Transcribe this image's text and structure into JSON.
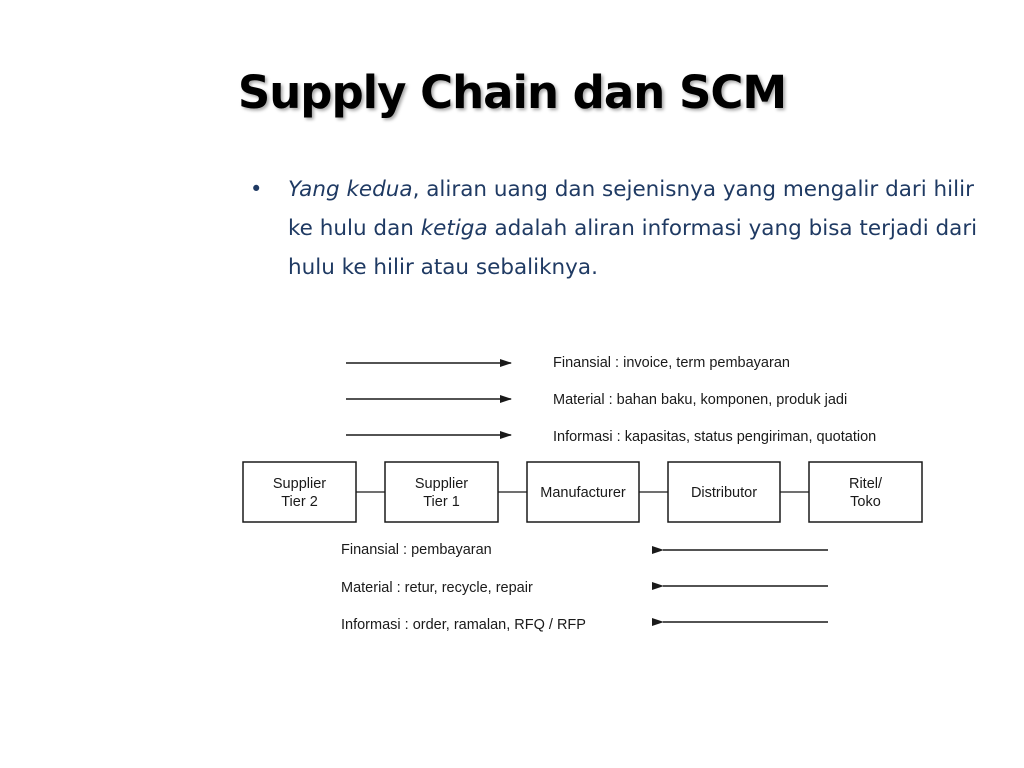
{
  "slide": {
    "title": "Supply Chain dan SCM",
    "bullet": {
      "seg1": "Yang kedua",
      "seg2": ", aliran uang dan sejenisnya yang mengalir dari hilir ke hulu dan ",
      "seg3": "ketiga",
      "seg4": " adalah aliran informasi yang bisa terjadi dari hulu ke hilir atau sebaliknya."
    }
  },
  "diagram": {
    "downstream_flows": [
      "Finansial : invoice, term pembayaran",
      "Material : bahan baku, komponen, produk jadi",
      "Informasi : kapasitas, status pengiriman, quotation"
    ],
    "nodes": [
      {
        "line1": "Supplier",
        "line2": "Tier 2"
      },
      {
        "line1": "Supplier",
        "line2": "Tier 1"
      },
      {
        "line1": "Manufacturer",
        "line2": ""
      },
      {
        "line1": "Distributor",
        "line2": ""
      },
      {
        "line1": "Ritel/",
        "line2": "Toko"
      }
    ],
    "upstream_flows": [
      "Finansial : pembayaran",
      "Material : retur, recycle, repair",
      "Informasi : order, ramalan, RFQ / RFP"
    ]
  }
}
